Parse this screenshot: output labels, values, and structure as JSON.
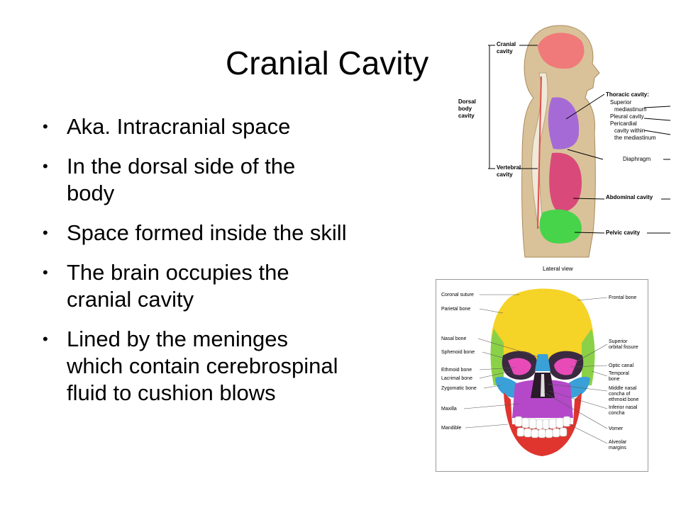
{
  "slide": {
    "title": "Cranial Cavity",
    "bullets": [
      {
        "lines": [
          "Aka. Intracranial space"
        ]
      },
      {
        "lines": [
          "In the dorsal side of the",
          "body"
        ]
      },
      {
        "lines": [
          "Space formed inside the skill"
        ]
      },
      {
        "lines": [
          "The brain occupies the",
          "cranial cavity"
        ]
      },
      {
        "lines": [
          "Lined by the meninges",
          "which contain cerebrospinal",
          "fluid to cushion blows"
        ]
      }
    ]
  },
  "body_figure": {
    "labels": {
      "cranial": [
        "Cranial",
        "cavity"
      ],
      "dorsal": [
        "Dorsal",
        "body",
        "cavity"
      ],
      "vertebral": [
        "Vertebral",
        "cavity"
      ],
      "thoracic_title": "Thoracic cavity:",
      "thoracic_items": [
        "Superior",
        "mediastinum",
        "Pleural cavity",
        "Pericardial",
        "cavity within",
        "the mediastinum"
      ],
      "diaphragm": "Diaphragm",
      "abdominal": "Abdominal cavity",
      "pelvic": "Pelvic cavity",
      "caption": "Lateral view"
    },
    "colors": {
      "cranial": "#f07a7a",
      "thoracic": "#a66ad6",
      "abdominal": "#d94a7a",
      "pelvic": "#47d44a",
      "skin": "#c8b08a"
    }
  },
  "skull_figure": {
    "left_labels": [
      "Coronal suture",
      "Parietal bone",
      "Nasal bone",
      "Sphenoid bone",
      "Ethmoid bone",
      "Lacrimal bone",
      "Zygomatic bone",
      "Maxilla",
      "Mandible"
    ],
    "right_labels": {
      "frontal": "Frontal bone",
      "superior": [
        "Superior",
        "orbital fissure"
      ],
      "optic": "Optic canal",
      "temporal": [
        "Temporal",
        "bone"
      ],
      "middle": [
        "Middle nasal",
        "concha of",
        "ethmoid bone"
      ],
      "inferior": [
        "Inferior nasal",
        "concha"
      ],
      "vomer": "Vomer",
      "alveolar": [
        "Alveolar",
        "margins"
      ]
    },
    "colors": {
      "frontal": "#f5d327",
      "sphenoid": "#8bd148",
      "ethmoid": "#e84bb8",
      "zygomatic": "#3aa0d8",
      "maxilla": "#b548c9",
      "mandible": "#e0342e",
      "teeth": "#ffffff"
    }
  }
}
